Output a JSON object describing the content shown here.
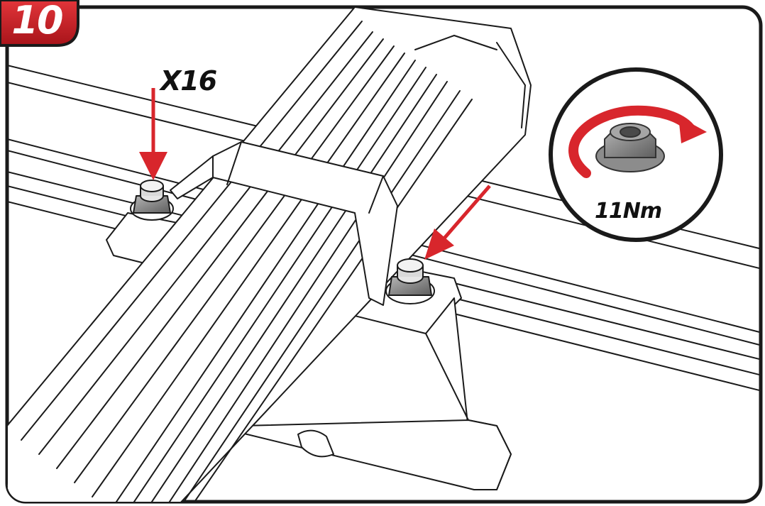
{
  "step": {
    "number": "10"
  },
  "callouts": {
    "quantity": "X16",
    "torque": "11Nm"
  },
  "colors": {
    "accent": "#d8262c",
    "line": "#1a1a1a",
    "background": "#ffffff",
    "nut": "#8c8c8c"
  },
  "icons": [
    "rotate-arrow-icon",
    "flange-nut-icon",
    "pointer-arrow-icon"
  ]
}
